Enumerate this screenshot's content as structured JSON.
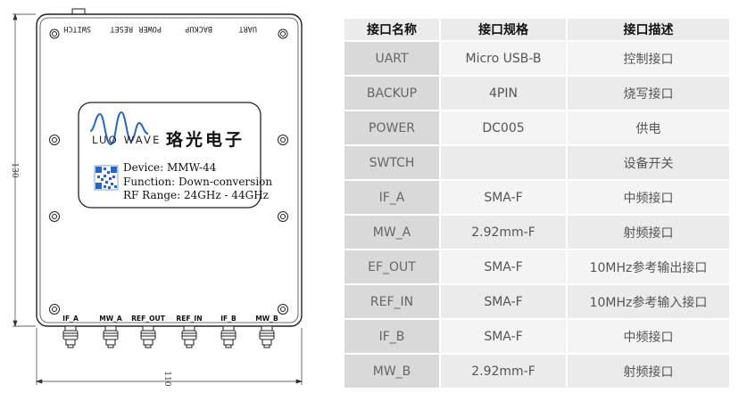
{
  "drawing": {
    "top_labels": [
      "SWITCH",
      "RESET",
      "POWER",
      "BACKUP",
      "UART"
    ],
    "brand_latin": "LUO WAVE",
    "brand_cn": "珞光电子",
    "label_lines": {
      "device": "Device: MMW-44",
      "function": "Function: Down-conversion",
      "rf_range": "RF Range: 24GHz - 44GHz"
    },
    "port_labels": [
      "IF_A",
      "MW_A",
      "REF_OUT",
      "REF_IN",
      "IF_B",
      "MW_B"
    ],
    "dim_height": "130",
    "dim_width": "110"
  },
  "table": {
    "headers": [
      "接口名称",
      "接口规格",
      "接口描述"
    ],
    "rows": [
      {
        "name": "UART",
        "spec": "Micro USB-B",
        "desc": "控制接口"
      },
      {
        "name": "BACKUP",
        "spec": "4PIN",
        "desc": "烧写接口"
      },
      {
        "name": "POWER",
        "spec": "DC005",
        "desc": "供电"
      },
      {
        "name": "SWTCH",
        "spec": "",
        "desc": "设备开关"
      },
      {
        "name": "IF_A",
        "spec": "SMA-F",
        "desc": "中频接口"
      },
      {
        "name": "MW_A",
        "spec": "2.92mm-F",
        "desc": "射频接口"
      },
      {
        "name": "EF_OUT",
        "spec": "SMA-F",
        "desc": "10MHz参考输出接口"
      },
      {
        "name": "REF_IN",
        "spec": "SMA-F",
        "desc": "10MHz参考输入接口"
      },
      {
        "name": "IF_B",
        "spec": "SMA-F",
        "desc": "中频接口"
      },
      {
        "name": "MW_B",
        "spec": "2.92mm-F",
        "desc": "射频接口"
      }
    ]
  },
  "colors": {
    "wave_blue": "#2a66c0",
    "outline": "#222222",
    "table_header": "#ebebeb",
    "table_name_col": "#d9d9d9"
  }
}
